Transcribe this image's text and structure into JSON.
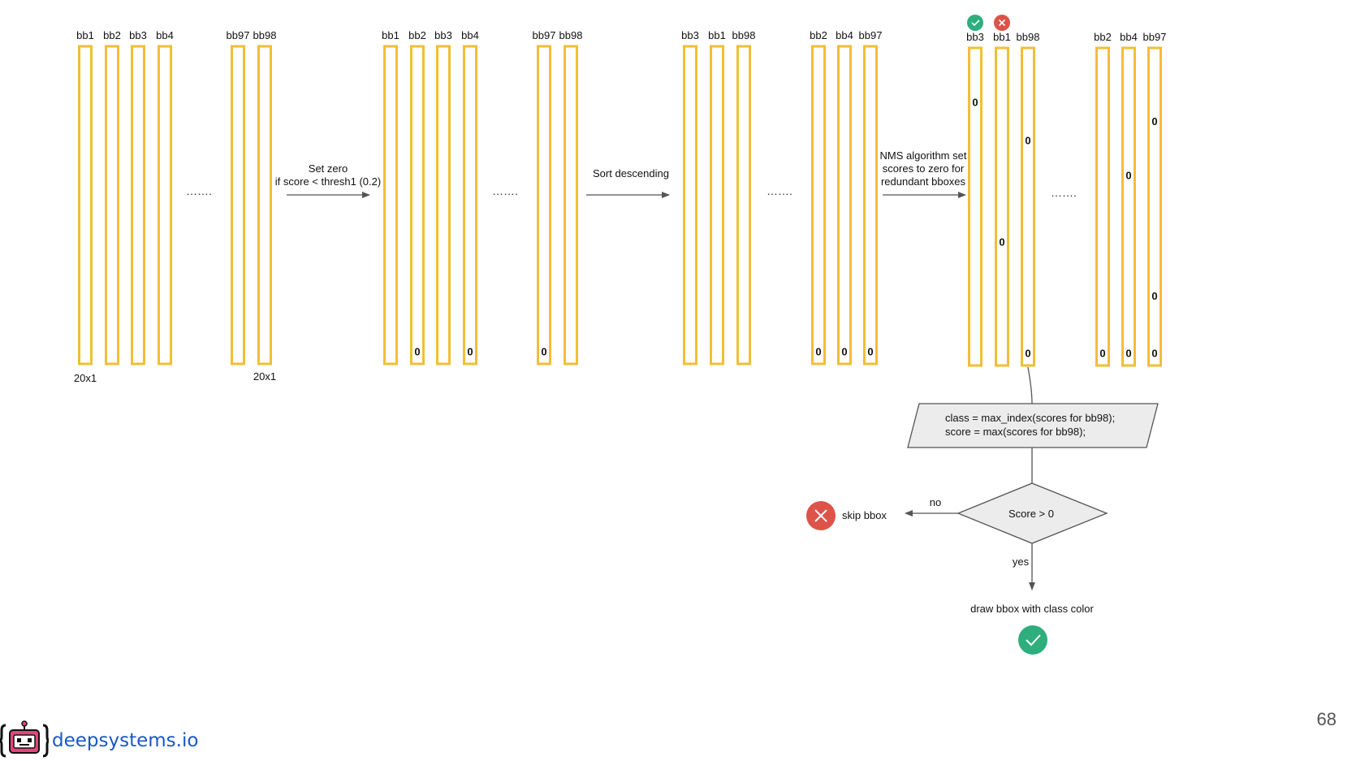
{
  "colors": {
    "bar": "#f2be35",
    "ok": "#2eae7d",
    "bad": "#dd5349",
    "shape_fill": "#ececec",
    "line": "#555555"
  },
  "groups": [
    {
      "name": "original",
      "columns": [
        {
          "label": "bb1",
          "zeros": []
        },
        {
          "label": "bb2",
          "zeros": []
        },
        {
          "label": "bb3",
          "zeros": []
        },
        {
          "label": "bb4",
          "zeros": []
        },
        {
          "label": "",
          "zeros": [],
          "dots": "……."
        },
        {
          "label": "bb97",
          "zeros": []
        },
        {
          "label": "bb98",
          "zeros": []
        }
      ],
      "size_labels": [
        "20x1",
        "20x1"
      ]
    },
    {
      "name": "thresholded",
      "columns": [
        {
          "label": "bb1",
          "zeros": []
        },
        {
          "label": "bb2",
          "zeros": [
            0.96
          ]
        },
        {
          "label": "bb3",
          "zeros": []
        },
        {
          "label": "bb4",
          "zeros": [
            0.96
          ]
        },
        {
          "label": "",
          "zeros": [],
          "dots": "……."
        },
        {
          "label": "bb97",
          "zeros": [
            0.96
          ]
        },
        {
          "label": "bb98",
          "zeros": []
        }
      ]
    },
    {
      "name": "sorted",
      "columns": [
        {
          "label": "bb3",
          "zeros": []
        },
        {
          "label": "bb1",
          "zeros": []
        },
        {
          "label": "bb98",
          "zeros": []
        },
        {
          "label": "",
          "zeros": [],
          "dots": "……."
        },
        {
          "label": "bb2",
          "zeros": [
            0.96
          ]
        },
        {
          "label": "bb4",
          "zeros": [
            0.96
          ]
        },
        {
          "label": "bb97",
          "zeros": [
            0.96
          ]
        }
      ]
    },
    {
      "name": "nms",
      "columns": [
        {
          "label": "bb3",
          "zeros": [
            0.17
          ],
          "status": "ok"
        },
        {
          "label": "bb1",
          "zeros": [
            0.61
          ],
          "status": "bad"
        },
        {
          "label": "bb98",
          "zeros": [
            0.29,
            0.96
          ]
        },
        {
          "label": "",
          "zeros": [],
          "dots": "……."
        },
        {
          "label": "bb2",
          "zeros": [
            0.96
          ]
        },
        {
          "label": "bb4",
          "zeros": [
            0.4,
            0.96
          ]
        },
        {
          "label": "bb97",
          "zeros": [
            0.23,
            0.78,
            0.96
          ]
        }
      ]
    }
  ],
  "zero_text": "0",
  "arrows": {
    "threshold": [
      "Set zero",
      "if score < thresh1 (0.2)"
    ],
    "sort": [
      "Sort descending"
    ],
    "nms": [
      "NMS algorithm set",
      "scores to zero for",
      "redundant bboxes"
    ]
  },
  "flow": {
    "process": [
      "class = max_index(scores for bb98);",
      "score = max(scores for bb98);"
    ],
    "decision": "Score > 0",
    "no_label": "no",
    "yes_label": "yes",
    "skip_label": "skip bbox",
    "draw_label": "draw bbox with class color"
  },
  "page_number": "68",
  "logo": {
    "text": "deepsystems.io"
  }
}
